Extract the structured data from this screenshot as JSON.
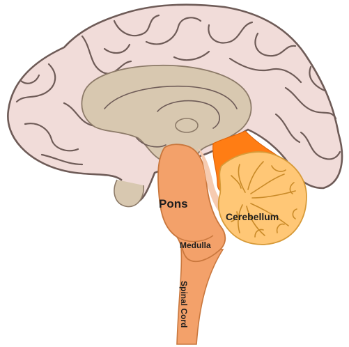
{
  "labels": {
    "pons": "Pons",
    "medulla": "Medulla",
    "cerebellum": "Cerebellum",
    "spinal_cord": "Spinal Cord"
  },
  "colors": {
    "cerebrum": "#f1dcd9",
    "cerebrum_outline": "#6e5b57",
    "inner_region": "#d8c8b0",
    "brainstem": "#f3a16a",
    "brainstem_dark": "#e98b4e",
    "cerebellum": "#ffc776",
    "fourth_ventricle_highlight": "#ff7d14",
    "background": "#ffffff"
  }
}
